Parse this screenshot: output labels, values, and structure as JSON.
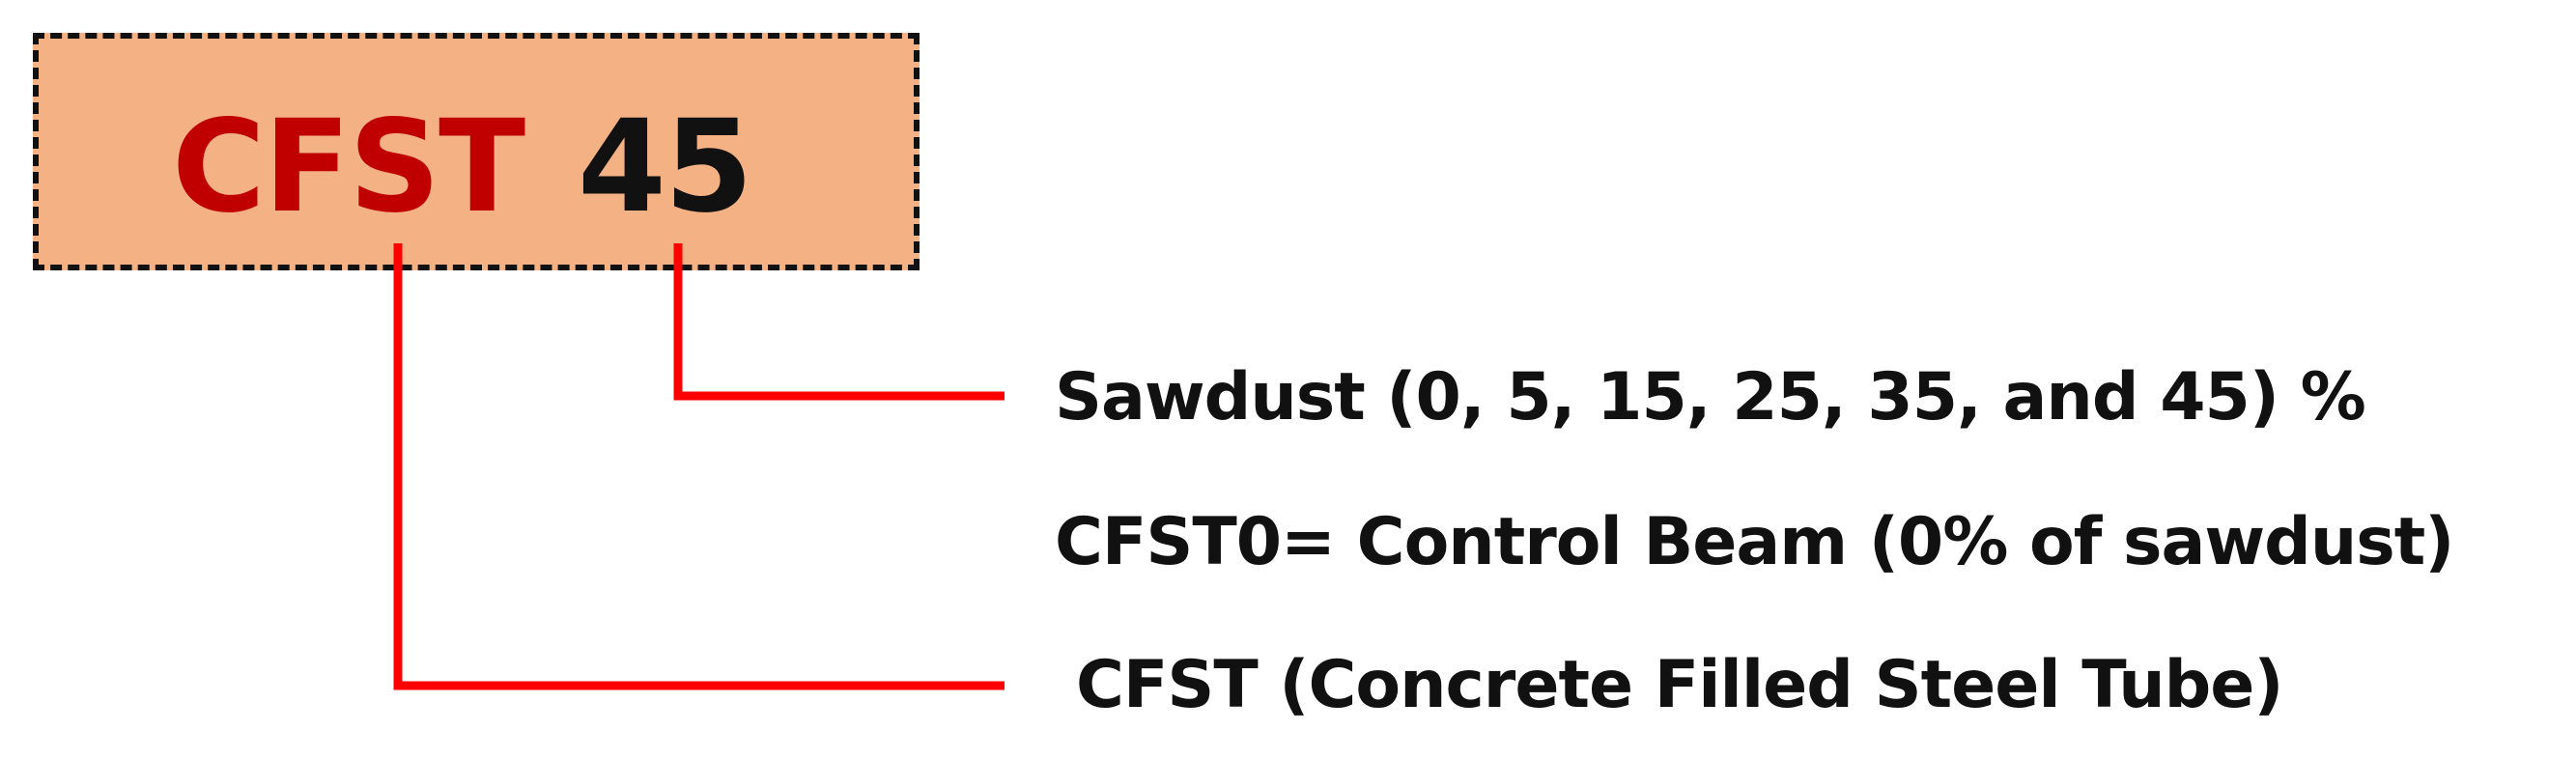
{
  "code": {
    "prefix": "CFST",
    "number": "45"
  },
  "descriptions": {
    "sawdust": "Sawdust (0, 5, 15, 25, 35, and 45) %",
    "control": "CFST0= Control Beam (0% of sawdust)",
    "cfst": "CFST (Concrete Filled Steel Tube)"
  },
  "colors": {
    "box_fill": "#f4b183",
    "box_border": "#111111",
    "prefix_text": "#c00000",
    "number_text": "#111111",
    "connector": "#ff0000"
  }
}
